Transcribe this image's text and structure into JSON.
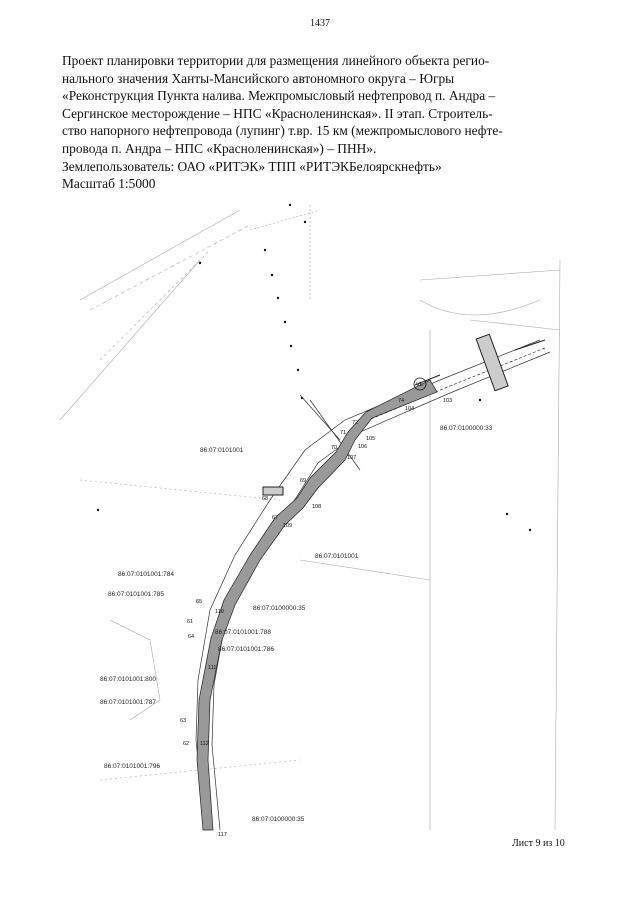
{
  "page_number": "1437",
  "header": {
    "lines": [
      "Проект планировки  территории для размещения линейного объекта регио-",
      "нального значения Ханты-Мансийского автономного округа – Югры",
      "«Реконструкция Пункта налива. Межпромысловый нефтепровод п. Андра –",
      "Сергинское месторождение – НПС «Красноленинская». II этап. Строитель-",
      "ство напорного нефтепровода (лупинг) т.вр. 15 км (межпромыслового нефте-",
      "провода п. Андра – НПС «Красноленинская») – ПНН».",
      "Землепользователь: ОАО «РИТЭК» ТПП «РИТЭКБелоярскнефть»",
      " Масштаб 1:5000"
    ]
  },
  "map": {
    "parcel_labels": [
      "86:07:0101001",
      "86:07:0100000:33",
      "86:07:0101001",
      "86:07:0101001:784",
      "86:07:0101001:785",
      "86:07:0100000:35",
      "86:07:0101001:788",
      "86:07:0101001:786",
      "86:07:0101001:800",
      "86:07:0101001:787",
      "86:07:0101001:796",
      "86:07:0100000:35"
    ],
    "point_labels": [
      "74",
      "103",
      "104",
      "105",
      "106",
      "107",
      "108",
      "109",
      "110",
      "111",
      "112",
      "117",
      "72",
      "71",
      "70",
      "69",
      "68",
      "67",
      "65",
      "64",
      "63",
      "62",
      "61",
      "V5"
    ]
  },
  "sheet": "Лист 9 из 10"
}
